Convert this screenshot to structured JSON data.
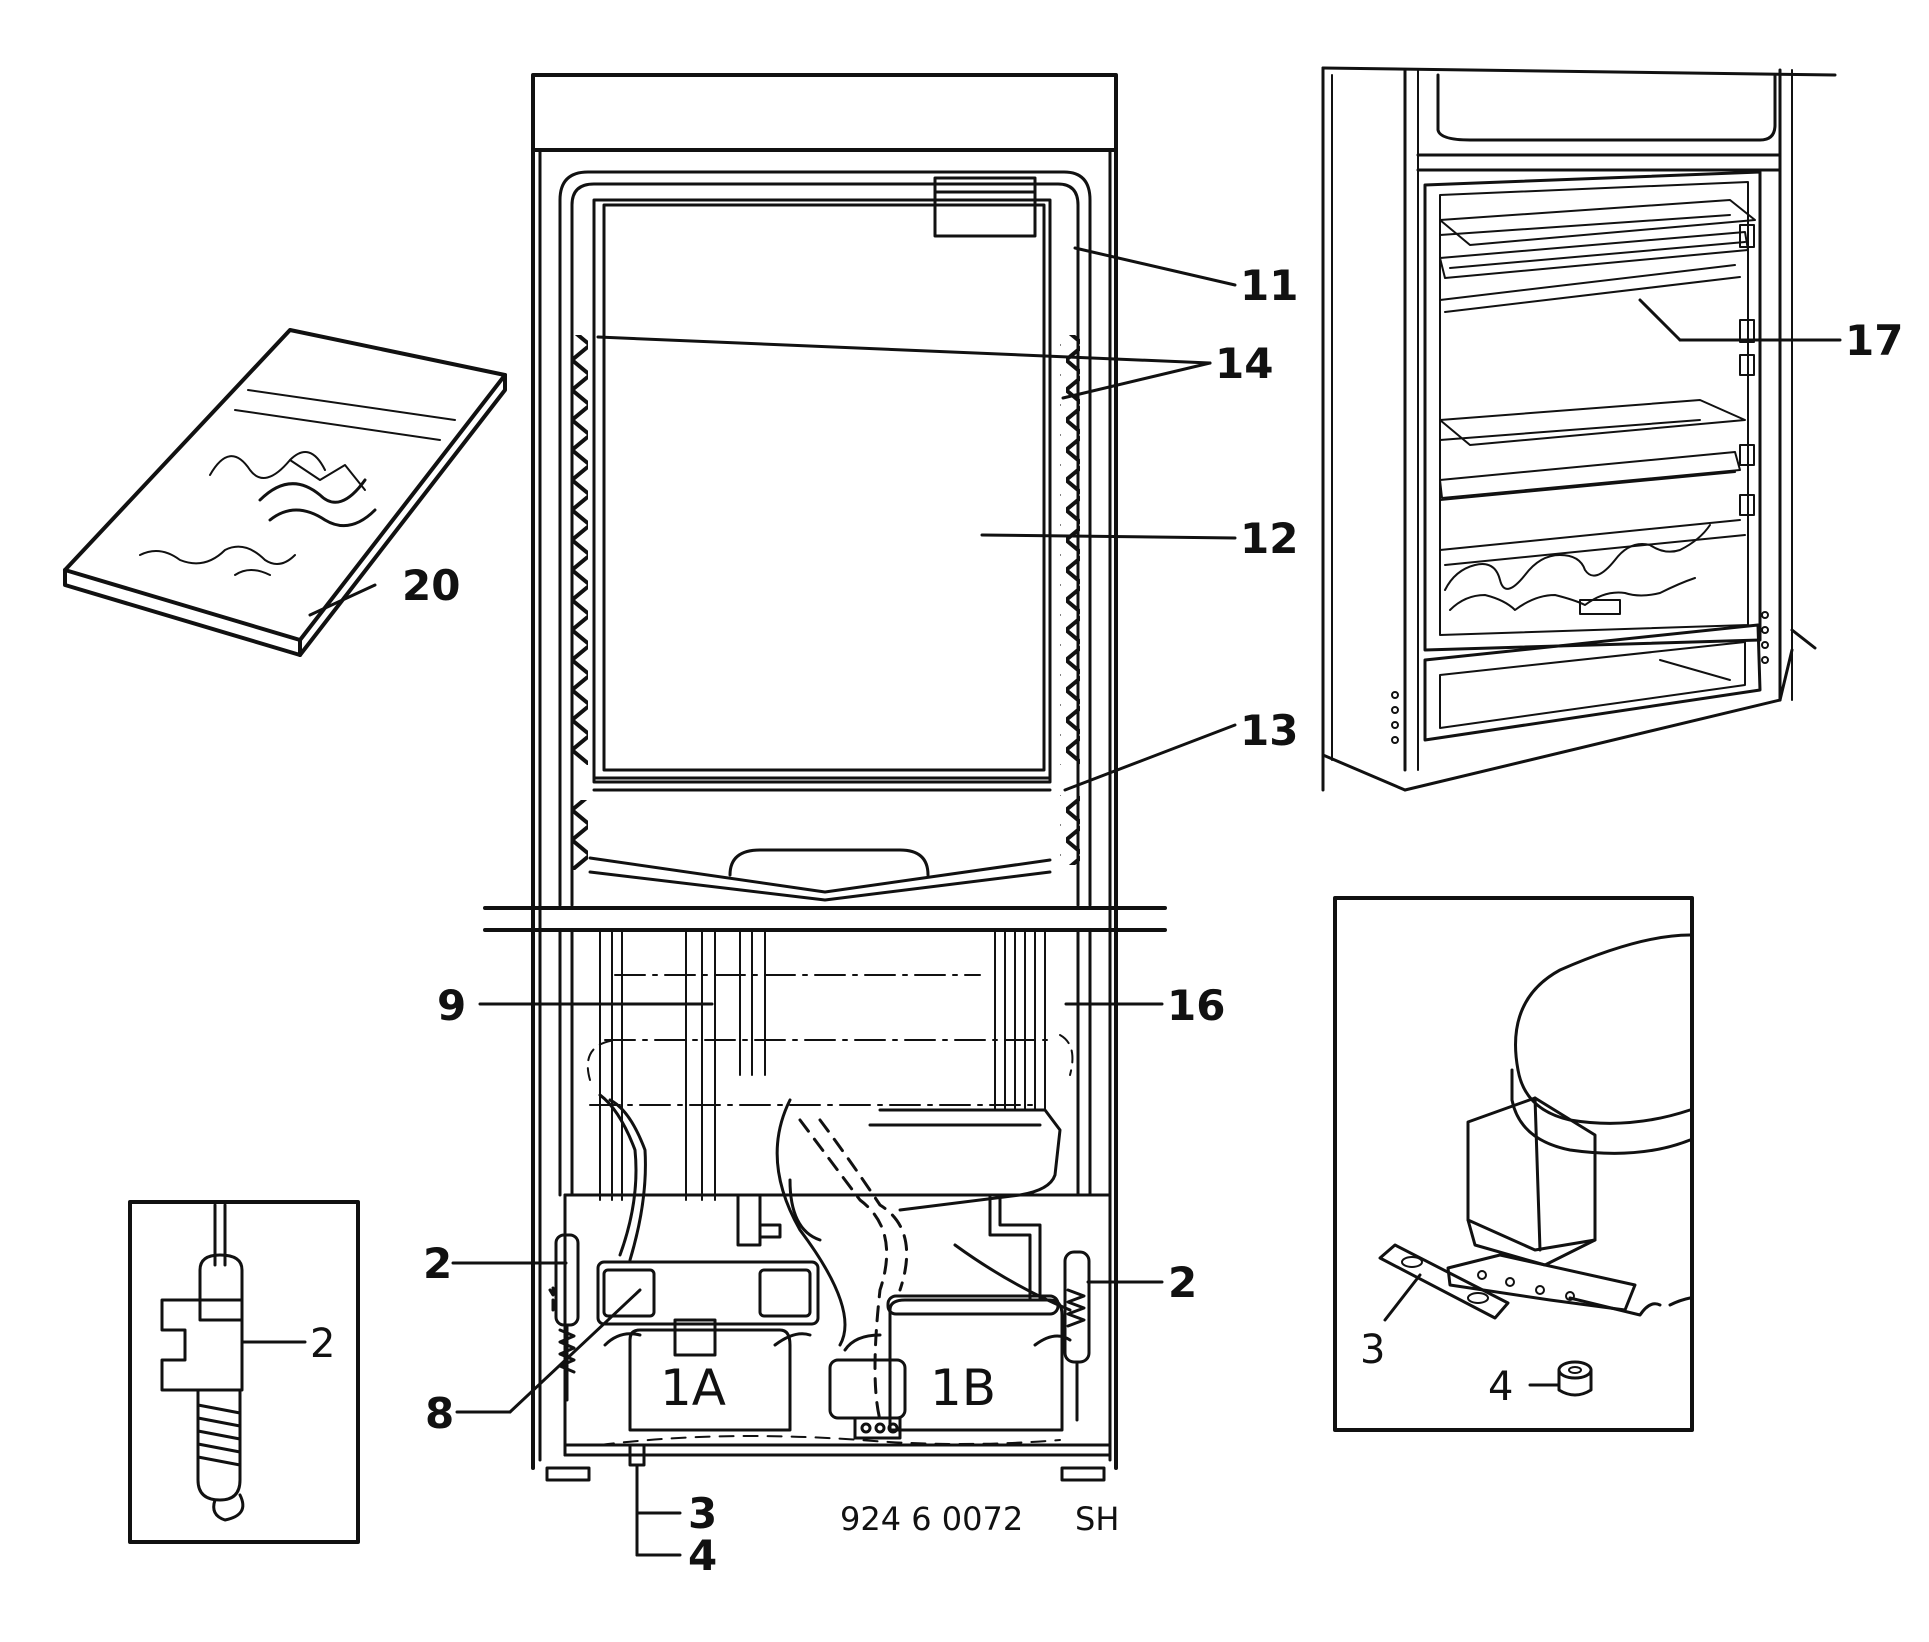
{
  "labels": {
    "l11": "11",
    "l14": "14",
    "l17": "17",
    "l12": "12",
    "l20": "20",
    "l13": "13",
    "l9": "9",
    "l16": "16",
    "l2_left": "2",
    "l2_right": "2",
    "l2_inset": "2",
    "l8": "8",
    "l1A": "1A",
    "l1B": "1B",
    "l3_main": "3",
    "l4_main": "4",
    "l3_inset": "3",
    "l4_inset": "4"
  },
  "drawing_code": "924 6 0072",
  "drawing_suffix": "SH",
  "colors": {
    "ink": "#111111",
    "paper": "#ffffff"
  }
}
